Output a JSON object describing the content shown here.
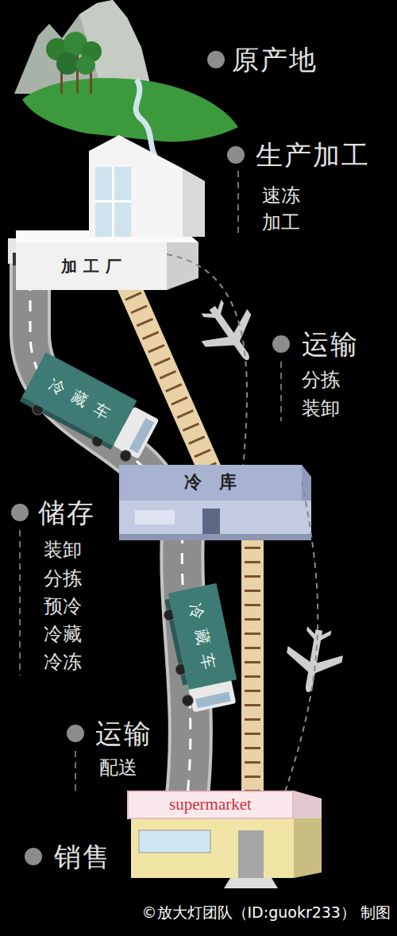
{
  "diagram": {
    "nodes": [
      {
        "text": [
          "加工厂"
        ]
      },
      {
        "text": [
          "冷藏车"
        ]
      },
      {
        "text": [
          "冷库"
        ]
      },
      {
        "text": [
          "冷藏车"
        ]
      },
      {
        "text": [
          "supermarket"
        ]
      }
    ],
    "edges": [
      {
        "from": 0,
        "to": 2,
        "arrow": "none"
      },
      {
        "from": 2,
        "to": 4,
        "arrow": "none"
      }
    ],
    "labels": [
      "原产地",
      "生产加工",
      "速冻",
      "加工",
      "运输",
      "分拣",
      "装卸",
      "储存",
      "装卸",
      "分拣",
      "预冷",
      "冷藏",
      "冷冻",
      "运输",
      "配送",
      "销售",
      "©放大灯团队（ID:guokr233） 制图"
    ]
  }
}
